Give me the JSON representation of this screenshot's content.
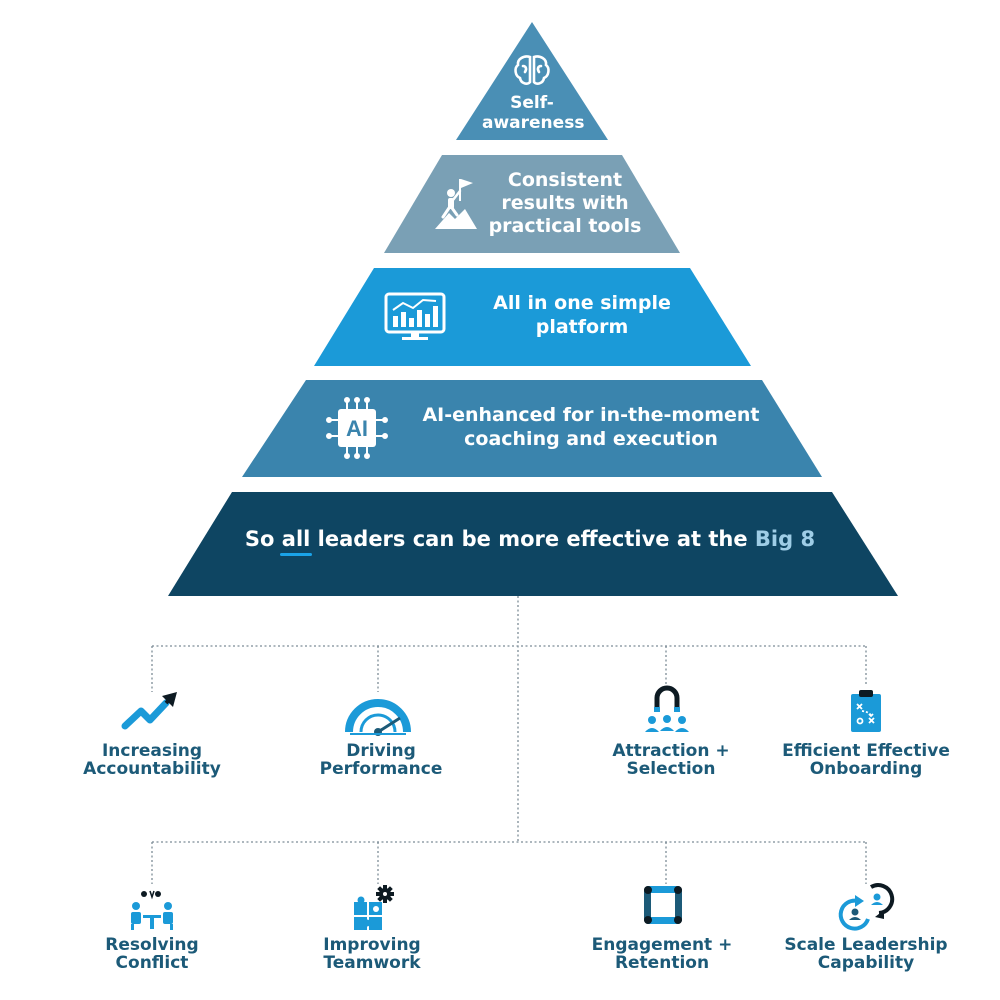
{
  "pyramid": {
    "tiers": [
      {
        "name": "self-awareness",
        "lines": [
          "Self-",
          "awareness"
        ],
        "color": "#4a8fb5",
        "icon": "brain-icon"
      },
      {
        "name": "consistent-results",
        "lines": [
          "Consistent",
          "results with",
          "practical tools"
        ],
        "color": "#7aa0b5",
        "icon": "summit-flag-icon"
      },
      {
        "name": "one-platform",
        "lines": [
          "All in one simple",
          "platform"
        ],
        "color": "#1b9ad8",
        "icon": "monitor-chart-icon"
      },
      {
        "name": "ai-enhanced",
        "lines": [
          "AI-enhanced for in-the-moment",
          "coaching and execution"
        ],
        "color": "#3a84ad",
        "icon": "ai-chip-icon",
        "icon_text": "AI"
      }
    ],
    "base": {
      "prefix": "So ",
      "emphasis": "all",
      "middle": " leaders can be more effective at the ",
      "highlight": "Big 8",
      "color": "#0e4562",
      "highlight_color": "#9ecde6",
      "underline_color": "#1aa3e8"
    }
  },
  "big8": {
    "row1": [
      {
        "name": "increasing-accountability",
        "lines": [
          "Increasing",
          "Accountability"
        ],
        "icon": "trend-arrow-icon"
      },
      {
        "name": "driving-performance",
        "lines": [
          "Driving",
          "Performance"
        ],
        "icon": "speedometer-icon"
      },
      {
        "name": "attraction-selection",
        "lines": [
          "Attraction +",
          "Selection"
        ],
        "icon": "magnet-people-icon"
      },
      {
        "name": "efficient-onboarding",
        "lines": [
          "Efficient Effective",
          "Onboarding"
        ],
        "icon": "clipboard-strategy-icon"
      }
    ],
    "row2": [
      {
        "name": "resolving-conflict",
        "lines": [
          "Resolving",
          "Conflict"
        ],
        "icon": "meeting-conflict-icon"
      },
      {
        "name": "improving-teamwork",
        "lines": [
          "Improving",
          "Teamwork"
        ],
        "icon": "puzzle-gear-icon"
      },
      {
        "name": "engagement-retention",
        "lines": [
          "Engagement +",
          "Retention"
        ],
        "icon": "hands-circle-icon"
      },
      {
        "name": "scale-leadership",
        "lines": [
          "Scale Leadership",
          "Capability"
        ],
        "icon": "people-cycle-icon"
      }
    ]
  },
  "colors": {
    "label": "#1c5a78",
    "icon_blue": "#1b9ad8",
    "icon_dark": "#1c5a78",
    "connector": "#7c8c96"
  }
}
